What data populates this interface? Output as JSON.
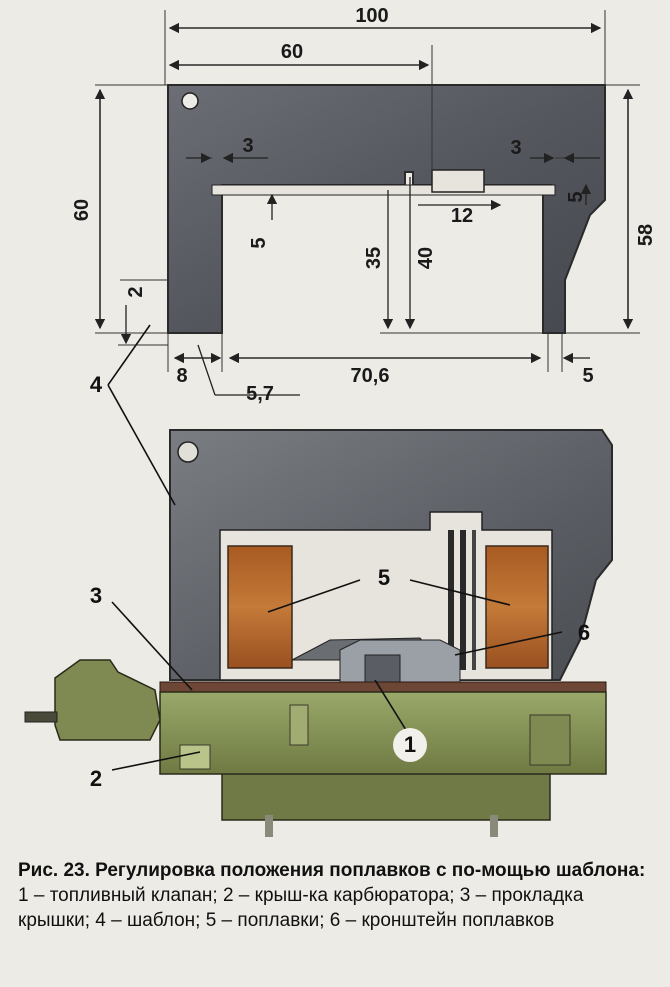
{
  "figure": {
    "dimensions": {
      "d100": "100",
      "d60_top": "60",
      "d60_left": "60",
      "d3_left": "3",
      "d3_right": "3",
      "d5_left": "5",
      "d5_right": "5",
      "d12": "12",
      "d35": "35",
      "d40": "40",
      "d58": "58",
      "d2": "2",
      "d8": "8",
      "d5_7": "5,7",
      "d70_6": "70,6",
      "d5_bottom": "5"
    },
    "callouts": {
      "c4": "4",
      "c3": "3",
      "c2": "2",
      "c5": "5",
      "c6": "6",
      "c1": "1"
    }
  },
  "caption": {
    "title": "Рис. 23. Регулировка положения поплавков с по-мощью шаблона:",
    "body": " 1 – топливный клапан; 2 – крыш-ка карбюратора; 3 – прокладка крышки; 4 – шаблон; 5 – поплавки; 6 – кронштейн поплавков"
  },
  "colors": {
    "template_steel": "#5f6268",
    "carb_body": "#8a9a5a",
    "float_orange": "#b8682a",
    "gasket": "#7a4a3a"
  }
}
